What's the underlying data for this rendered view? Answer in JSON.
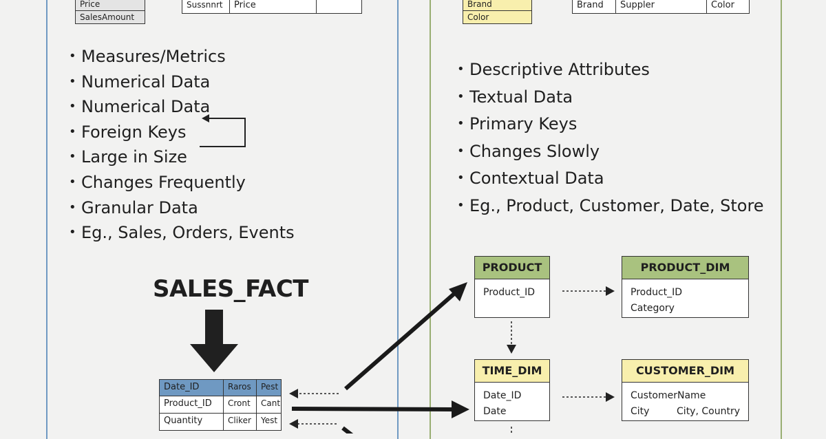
{
  "left_top_small_table": {
    "rows": [
      "Price",
      "SalesAmount"
    ]
  },
  "left_top_wide_table": {
    "cells": [
      "Sussnnrt",
      "Price",
      ""
    ]
  },
  "right_top_small_table": {
    "rows": [
      "Brand",
      "Color"
    ]
  },
  "right_top_wide_table": {
    "cells": [
      "Brand",
      "Suppler",
      "Color"
    ]
  },
  "fact_bullets": [
    "Measures/Metrics",
    "Numerical Data",
    "Numerical Data",
    "Foreign Keys",
    "Large in Size",
    "Changes Frequently",
    "Granular Data",
    "Eg., Sales, Orders, Events"
  ],
  "dimension_bullets": [
    "Descriptive Attributes",
    "Textual Data",
    "Primary Keys",
    "Changes Slowly",
    "Contextual Data",
    "Eg., Product, Customer, Date, Store"
  ],
  "sales_fact": {
    "title": "SALES_FACT",
    "rows": [
      [
        "Date_ID",
        "Raros",
        "Pest"
      ],
      [
        "Product_ID",
        "Cront",
        "Cant"
      ],
      [
        "Quantity",
        "Cliker",
        "Yest"
      ]
    ]
  },
  "entities": {
    "product": {
      "title": "PRODUCT",
      "fields": [
        "Product_ID"
      ]
    },
    "product_dim": {
      "title": "PRODUCT_DIM",
      "fields": [
        "Product_ID",
        "Category"
      ]
    },
    "time_dim": {
      "title": "TIME_DIM",
      "fields": [
        "Date_ID",
        "Date"
      ]
    },
    "customer_dim": {
      "title": "CUSTOMER_DIM",
      "fields": [
        "CustomerName"
      ],
      "field_pair": [
        "City",
        "City, Country"
      ]
    }
  },
  "colors": {
    "fact_header_blue": "#6f99c2",
    "left_panel_border": "#6f99c2",
    "right_panel_border": "#98ae72",
    "green_header": "#a9c27f",
    "yellow_header": "#f8efad"
  }
}
